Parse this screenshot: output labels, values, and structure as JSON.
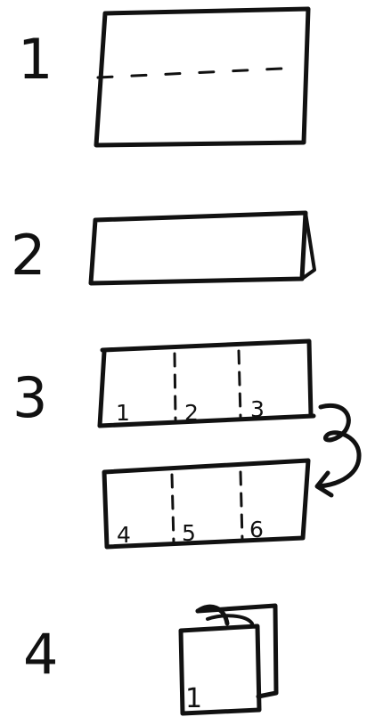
{
  "steps": [
    {
      "label": "1"
    },
    {
      "label": "2"
    },
    {
      "label": "3",
      "panels": [
        "1",
        "2",
        "3",
        "4",
        "5",
        "6"
      ]
    },
    {
      "label": "4",
      "page": "1"
    }
  ],
  "colors": {
    "ink": "#111111",
    "paper": "#ffffff"
  }
}
